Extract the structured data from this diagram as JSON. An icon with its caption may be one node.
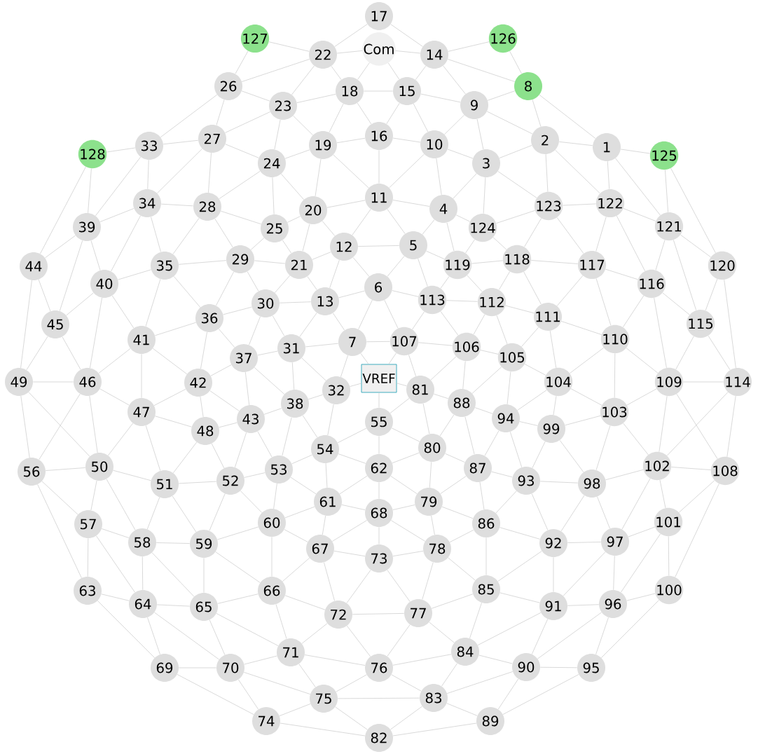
{
  "diagram": {
    "nodes": [
      {
        "text": [
          "Com"
        ]
      },
      {
        "text": [
          "1"
        ]
      },
      {
        "text": [
          "2"
        ]
      },
      {
        "text": [
          "3"
        ]
      },
      {
        "text": [
          "4"
        ]
      },
      {
        "text": [
          "5"
        ]
      },
      {
        "text": [
          "6"
        ]
      },
      {
        "text": [
          "7"
        ]
      },
      {
        "text": [
          "8"
        ]
      },
      {
        "text": [
          "9"
        ]
      },
      {
        "text": [
          "10"
        ]
      },
      {
        "text": [
          "11"
        ]
      },
      {
        "text": [
          "12"
        ]
      },
      {
        "text": [
          "13"
        ]
      },
      {
        "text": [
          "14"
        ]
      },
      {
        "text": [
          "15"
        ]
      },
      {
        "text": [
          "16"
        ]
      },
      {
        "text": [
          "17"
        ]
      },
      {
        "text": [
          "18"
        ]
      },
      {
        "text": [
          "19"
        ]
      },
      {
        "text": [
          "20"
        ]
      },
      {
        "text": [
          "21"
        ]
      },
      {
        "text": [
          "22"
        ]
      },
      {
        "text": [
          "23"
        ]
      },
      {
        "text": [
          "24"
        ]
      },
      {
        "text": [
          "25"
        ]
      },
      {
        "text": [
          "26"
        ]
      },
      {
        "text": [
          "27"
        ]
      },
      {
        "text": [
          "28"
        ]
      },
      {
        "text": [
          "29"
        ]
      },
      {
        "text": [
          "30"
        ]
      },
      {
        "text": [
          "31"
        ]
      },
      {
        "text": [
          "32"
        ]
      },
      {
        "text": [
          "33"
        ]
      },
      {
        "text": [
          "34"
        ]
      },
      {
        "text": [
          "35"
        ]
      },
      {
        "text": [
          "36"
        ]
      },
      {
        "text": [
          "37"
        ]
      },
      {
        "text": [
          "38"
        ]
      },
      {
        "text": [
          "39"
        ]
      },
      {
        "text": [
          "40"
        ]
      },
      {
        "text": [
          "41"
        ]
      },
      {
        "text": [
          "42"
        ]
      },
      {
        "text": [
          "43"
        ]
      },
      {
        "text": [
          "44"
        ]
      },
      {
        "text": [
          "45"
        ]
      },
      {
        "text": [
          "46"
        ]
      },
      {
        "text": [
          "47"
        ]
      },
      {
        "text": [
          "48"
        ]
      },
      {
        "text": [
          "49"
        ]
      },
      {
        "text": [
          "50"
        ]
      },
      {
        "text": [
          "51"
        ]
      },
      {
        "text": [
          "52"
        ]
      },
      {
        "text": [
          "53"
        ]
      },
      {
        "text": [
          "54"
        ]
      },
      {
        "text": [
          "55"
        ]
      },
      {
        "text": [
          "56"
        ]
      },
      {
        "text": [
          "57"
        ]
      },
      {
        "text": [
          "58"
        ]
      },
      {
        "text": [
          "59"
        ]
      },
      {
        "text": [
          "60"
        ]
      },
      {
        "text": [
          "61"
        ]
      },
      {
        "text": [
          "62"
        ]
      },
      {
        "text": [
          "63"
        ]
      },
      {
        "text": [
          "64"
        ]
      },
      {
        "text": [
          "65"
        ]
      },
      {
        "text": [
          "66"
        ]
      },
      {
        "text": [
          "67"
        ]
      },
      {
        "text": [
          "68"
        ]
      },
      {
        "text": [
          "69"
        ]
      },
      {
        "text": [
          "70"
        ]
      },
      {
        "text": [
          "71"
        ]
      },
      {
        "text": [
          "72"
        ]
      },
      {
        "text": [
          "73"
        ]
      },
      {
        "text": [
          "74"
        ]
      },
      {
        "text": [
          "75"
        ]
      },
      {
        "text": [
          "76"
        ]
      },
      {
        "text": [
          "77"
        ]
      },
      {
        "text": [
          "78"
        ]
      },
      {
        "text": [
          "79"
        ]
      },
      {
        "text": [
          "80"
        ]
      },
      {
        "text": [
          "81"
        ]
      },
      {
        "text": [
          "82"
        ]
      },
      {
        "text": [
          "83"
        ]
      },
      {
        "text": [
          "84"
        ]
      },
      {
        "text": [
          "85"
        ]
      },
      {
        "text": [
          "86"
        ]
      },
      {
        "text": [
          "87"
        ]
      },
      {
        "text": [
          "88"
        ]
      },
      {
        "text": [
          "89"
        ]
      },
      {
        "text": [
          "90"
        ]
      },
      {
        "text": [
          "91"
        ]
      },
      {
        "text": [
          "92"
        ]
      },
      {
        "text": [
          "93"
        ]
      },
      {
        "text": [
          "94"
        ]
      },
      {
        "text": [
          "95"
        ]
      },
      {
        "text": [
          "96"
        ]
      },
      {
        "text": [
          "97"
        ]
      },
      {
        "text": [
          "98"
        ]
      },
      {
        "text": [
          "99"
        ]
      },
      {
        "text": [
          "100"
        ]
      },
      {
        "text": [
          "101"
        ]
      },
      {
        "text": [
          "102"
        ]
      },
      {
        "text": [
          "103"
        ]
      },
      {
        "text": [
          "104"
        ]
      },
      {
        "text": [
          "105"
        ]
      },
      {
        "text": [
          "106"
        ]
      },
      {
        "text": [
          "107"
        ]
      },
      {
        "text": [
          "108"
        ]
      },
      {
        "text": [
          "109"
        ]
      },
      {
        "text": [
          "110"
        ]
      },
      {
        "text": [
          "111"
        ]
      },
      {
        "text": [
          "112"
        ]
      },
      {
        "text": [
          "113"
        ]
      },
      {
        "text": [
          "114"
        ]
      },
      {
        "text": [
          "115"
        ]
      },
      {
        "text": [
          "116"
        ]
      },
      {
        "text": [
          "117"
        ]
      },
      {
        "text": [
          "118"
        ]
      },
      {
        "text": [
          "119"
        ]
      },
      {
        "text": [
          "120"
        ]
      },
      {
        "text": [
          "121"
        ]
      },
      {
        "text": [
          "122"
        ]
      },
      {
        "text": [
          "123"
        ]
      },
      {
        "text": [
          "124"
        ]
      },
      {
        "text": [
          "125"
        ]
      },
      {
        "text": [
          "126"
        ]
      },
      {
        "text": [
          "127"
        ]
      },
      {
        "text": [
          "128"
        ]
      },
      {
        "text": [
          "VREF"
        ]
      }
    ],
    "edges": [
      {
        "from": 127,
        "to": 22,
        "arrow": "none"
      },
      {
        "from": 127,
        "to": 26,
        "arrow": "none"
      },
      {
        "from": 17,
        "to": 22,
        "arrow": "none"
      },
      {
        "from": 17,
        "to": 14,
        "arrow": "none"
      },
      {
        "from": 0,
        "to": 22,
        "arrow": "none"
      },
      {
        "from": 0,
        "to": 14,
        "arrow": "none"
      },
      {
        "from": 0,
        "to": 18,
        "arrow": "none"
      },
      {
        "from": 0,
        "to": 15,
        "arrow": "none"
      },
      {
        "from": 22,
        "to": 26,
        "arrow": "none"
      },
      {
        "from": 22,
        "to": 23,
        "arrow": "none"
      },
      {
        "from": 22,
        "to": 18,
        "arrow": "none"
      },
      {
        "from": 26,
        "to": 23,
        "arrow": "none"
      },
      {
        "from": 26,
        "to": 33,
        "arrow": "none"
      },
      {
        "from": 26,
        "to": 27,
        "arrow": "none"
      },
      {
        "from": 23,
        "to": 18,
        "arrow": "none"
      },
      {
        "from": 23,
        "to": 27,
        "arrow": "none"
      },
      {
        "from": 23,
        "to": 24,
        "arrow": "none"
      },
      {
        "from": 23,
        "to": 19,
        "arrow": "none"
      },
      {
        "from": 18,
        "to": 15,
        "arrow": "none"
      },
      {
        "from": 18,
        "to": 19,
        "arrow": "none"
      },
      {
        "from": 18,
        "to": 16,
        "arrow": "none"
      },
      {
        "from": 16,
        "to": 19,
        "arrow": "none"
      },
      {
        "from": 16,
        "to": 11,
        "arrow": "none"
      },
      {
        "from": 16,
        "to": 15,
        "arrow": "none"
      },
      {
        "from": 16,
        "to": 10,
        "arrow": "none"
      },
      {
        "from": 19,
        "to": 24,
        "arrow": "none"
      },
      {
        "from": 19,
        "to": 20,
        "arrow": "none"
      },
      {
        "from": 19,
        "to": 11,
        "arrow": "none"
      },
      {
        "from": 27,
        "to": 33,
        "arrow": "none"
      },
      {
        "from": 27,
        "to": 24,
        "arrow": "none"
      },
      {
        "from": 27,
        "to": 28,
        "arrow": "none"
      },
      {
        "from": 27,
        "to": 34,
        "arrow": "none"
      },
      {
        "from": 33,
        "to": 128,
        "arrow": "none"
      },
      {
        "from": 33,
        "to": 34,
        "arrow": "none"
      },
      {
        "from": 33,
        "to": 39,
        "arrow": "none"
      },
      {
        "from": 128,
        "to": 39,
        "arrow": "none"
      },
      {
        "from": 128,
        "to": 44,
        "arrow": "none"
      },
      {
        "from": 24,
        "to": 28,
        "arrow": "none"
      },
      {
        "from": 24,
        "to": 25,
        "arrow": "none"
      },
      {
        "from": 24,
        "to": 20,
        "arrow": "none"
      },
      {
        "from": 34,
        "to": 28,
        "arrow": "none"
      },
      {
        "from": 34,
        "to": 39,
        "arrow": "none"
      },
      {
        "from": 34,
        "to": 35,
        "arrow": "none"
      },
      {
        "from": 34,
        "to": 40,
        "arrow": "none"
      },
      {
        "from": 28,
        "to": 25,
        "arrow": "none"
      },
      {
        "from": 28,
        "to": 29,
        "arrow": "none"
      },
      {
        "from": 28,
        "to": 35,
        "arrow": "none"
      },
      {
        "from": 20,
        "to": 11,
        "arrow": "none"
      },
      {
        "from": 20,
        "to": 25,
        "arrow": "none"
      },
      {
        "from": 20,
        "to": 12,
        "arrow": "none"
      },
      {
        "from": 20,
        "to": 21,
        "arrow": "none"
      },
      {
        "from": 25,
        "to": 29,
        "arrow": "none"
      },
      {
        "from": 25,
        "to": 21,
        "arrow": "none"
      },
      {
        "from": 11,
        "to": 12,
        "arrow": "none"
      },
      {
        "from": 11,
        "to": 4,
        "arrow": "none"
      },
      {
        "from": 11,
        "to": 10,
        "arrow": "none"
      },
      {
        "from": 11,
        "to": 5,
        "arrow": "none"
      },
      {
        "from": 12,
        "to": 5,
        "arrow": "none"
      },
      {
        "from": 12,
        "to": 21,
        "arrow": "none"
      },
      {
        "from": 12,
        "to": 13,
        "arrow": "none"
      },
      {
        "from": 12,
        "to": 6,
        "arrow": "none"
      },
      {
        "from": 39,
        "to": 44,
        "arrow": "none"
      },
      {
        "from": 39,
        "to": 45,
        "arrow": "none"
      },
      {
        "from": 39,
        "to": 40,
        "arrow": "none"
      },
      {
        "from": 14,
        "to": 126,
        "arrow": "none"
      },
      {
        "from": 14,
        "to": 8,
        "arrow": "none"
      },
      {
        "from": 14,
        "to": 9,
        "arrow": "none"
      },
      {
        "from": 14,
        "to": 15,
        "arrow": "none"
      },
      {
        "from": 126,
        "to": 8,
        "arrow": "none"
      },
      {
        "from": 8,
        "to": 9,
        "arrow": "none"
      },
      {
        "from": 8,
        "to": 2,
        "arrow": "none"
      },
      {
        "from": 8,
        "to": 1,
        "arrow": "none"
      },
      {
        "from": 15,
        "to": 9,
        "arrow": "none"
      },
      {
        "from": 15,
        "to": 10,
        "arrow": "none"
      },
      {
        "from": 9,
        "to": 10,
        "arrow": "none"
      },
      {
        "from": 9,
        "to": 2,
        "arrow": "none"
      },
      {
        "from": 9,
        "to": 3,
        "arrow": "none"
      },
      {
        "from": 2,
        "to": 1,
        "arrow": "none"
      },
      {
        "from": 2,
        "to": 3,
        "arrow": "none"
      },
      {
        "from": 2,
        "to": 123,
        "arrow": "none"
      },
      {
        "from": 2,
        "to": 122,
        "arrow": "none"
      },
      {
        "from": 1,
        "to": 125,
        "arrow": "none"
      },
      {
        "from": 1,
        "to": 122,
        "arrow": "none"
      },
      {
        "from": 1,
        "to": 121,
        "arrow": "none"
      },
      {
        "from": 125,
        "to": 121,
        "arrow": "none"
      },
      {
        "from": 125,
        "to": 120,
        "arrow": "none"
      },
      {
        "from": 10,
        "to": 3,
        "arrow": "none"
      },
      {
        "from": 10,
        "to": 4,
        "arrow": "none"
      },
      {
        "from": 3,
        "to": 4,
        "arrow": "none"
      },
      {
        "from": 3,
        "to": 124,
        "arrow": "none"
      },
      {
        "from": 3,
        "to": 123,
        "arrow": "none"
      },
      {
        "from": 4,
        "to": 5,
        "arrow": "none"
      },
      {
        "from": 4,
        "to": 124,
        "arrow": "none"
      },
      {
        "from": 4,
        "to": 119,
        "arrow": "none"
      },
      {
        "from": 123,
        "to": 122,
        "arrow": "none"
      },
      {
        "from": 123,
        "to": 124,
        "arrow": "none"
      },
      {
        "from": 123,
        "to": 118,
        "arrow": "none"
      },
      {
        "from": 123,
        "to": 117,
        "arrow": "none"
      },
      {
        "from": 122,
        "to": 121,
        "arrow": "none"
      },
      {
        "from": 122,
        "to": 117,
        "arrow": "none"
      },
      {
        "from": 122,
        "to": 116,
        "arrow": "none"
      },
      {
        "from": 121,
        "to": 116,
        "arrow": "none"
      },
      {
        "from": 121,
        "to": 115,
        "arrow": "none"
      },
      {
        "from": 121,
        "to": 120,
        "arrow": "none"
      },
      {
        "from": 124,
        "to": 118,
        "arrow": "none"
      },
      {
        "from": 124,
        "to": 119,
        "arrow": "none"
      },
      {
        "from": 5,
        "to": 113,
        "arrow": "none"
      },
      {
        "from": 5,
        "to": 119,
        "arrow": "none"
      },
      {
        "from": 5,
        "to": 6,
        "arrow": "none"
      },
      {
        "from": 44,
        "to": 45,
        "arrow": "none"
      },
      {
        "from": 44,
        "to": 49,
        "arrow": "none"
      },
      {
        "from": 40,
        "to": 35,
        "arrow": "none"
      },
      {
        "from": 40,
        "to": 45,
        "arrow": "none"
      },
      {
        "from": 40,
        "to": 46,
        "arrow": "none"
      },
      {
        "from": 40,
        "to": 41,
        "arrow": "none"
      },
      {
        "from": 35,
        "to": 29,
        "arrow": "none"
      },
      {
        "from": 35,
        "to": 41,
        "arrow": "none"
      },
      {
        "from": 35,
        "to": 36,
        "arrow": "none"
      },
      {
        "from": 29,
        "to": 21,
        "arrow": "none"
      },
      {
        "from": 29,
        "to": 30,
        "arrow": "none"
      },
      {
        "from": 29,
        "to": 36,
        "arrow": "none"
      },
      {
        "from": 21,
        "to": 30,
        "arrow": "none"
      },
      {
        "from": 21,
        "to": 13,
        "arrow": "none"
      },
      {
        "from": 6,
        "to": 13,
        "arrow": "none"
      },
      {
        "from": 6,
        "to": 7,
        "arrow": "none"
      },
      {
        "from": 30,
        "to": 13,
        "arrow": "none"
      },
      {
        "from": 30,
        "to": 36,
        "arrow": "none"
      },
      {
        "from": 30,
        "to": 37,
        "arrow": "none"
      },
      {
        "from": 30,
        "to": 31,
        "arrow": "none"
      },
      {
        "from": 13,
        "to": 31,
        "arrow": "none"
      },
      {
        "from": 13,
        "to": 7,
        "arrow": "none"
      },
      {
        "from": 36,
        "to": 41,
        "arrow": "none"
      },
      {
        "from": 36,
        "to": 42,
        "arrow": "none"
      },
      {
        "from": 36,
        "to": 37,
        "arrow": "none"
      },
      {
        "from": 45,
        "to": 49,
        "arrow": "none"
      },
      {
        "from": 45,
        "to": 46,
        "arrow": "none"
      },
      {
        "from": 41,
        "to": 46,
        "arrow": "none"
      },
      {
        "from": 41,
        "to": 47,
        "arrow": "none"
      },
      {
        "from": 41,
        "to": 42,
        "arrow": "none"
      },
      {
        "from": 37,
        "to": 31,
        "arrow": "none"
      },
      {
        "from": 37,
        "to": 42,
        "arrow": "none"
      },
      {
        "from": 37,
        "to": 43,
        "arrow": "none"
      },
      {
        "from": 37,
        "to": 38,
        "arrow": "none"
      },
      {
        "from": 31,
        "to": 7,
        "arrow": "none"
      },
      {
        "from": 31,
        "to": 38,
        "arrow": "none"
      },
      {
        "from": 31,
        "to": 32,
        "arrow": "none"
      },
      {
        "from": 7,
        "to": 32,
        "arrow": "none"
      },
      {
        "from": 7,
        "to": 107,
        "arrow": "none"
      },
      {
        "from": 7,
        "to": 129,
        "arrow": "none"
      },
      {
        "from": 32,
        "to": 129,
        "arrow": "none"
      },
      {
        "from": 107,
        "to": 129,
        "arrow": "none"
      },
      {
        "from": 81,
        "to": 129,
        "arrow": "none"
      },
      {
        "from": 55,
        "to": 129,
        "arrow": "none"
      },
      {
        "from": 42,
        "to": 47,
        "arrow": "none"
      },
      {
        "from": 42,
        "to": 48,
        "arrow": "none"
      },
      {
        "from": 42,
        "to": 43,
        "arrow": "none"
      },
      {
        "from": 46,
        "to": 49,
        "arrow": "none"
      },
      {
        "from": 46,
        "to": 47,
        "arrow": "none"
      },
      {
        "from": 46,
        "to": 50,
        "arrow": "none"
      },
      {
        "from": 46,
        "to": 56,
        "arrow": "none"
      },
      {
        "from": 49,
        "to": 56,
        "arrow": "none"
      },
      {
        "from": 49,
        "to": 50,
        "arrow": "none"
      },
      {
        "from": 47,
        "to": 48,
        "arrow": "none"
      },
      {
        "from": 47,
        "to": 50,
        "arrow": "none"
      },
      {
        "from": 47,
        "to": 51,
        "arrow": "none"
      },
      {
        "from": 48,
        "to": 43,
        "arrow": "none"
      },
      {
        "from": 48,
        "to": 51,
        "arrow": "none"
      },
      {
        "from": 48,
        "to": 52,
        "arrow": "none"
      },
      {
        "from": 43,
        "to": 38,
        "arrow": "none"
      },
      {
        "from": 43,
        "to": 53,
        "arrow": "none"
      },
      {
        "from": 43,
        "to": 52,
        "arrow": "none"
      },
      {
        "from": 38,
        "to": 32,
        "arrow": "none"
      },
      {
        "from": 38,
        "to": 54,
        "arrow": "none"
      },
      {
        "from": 38,
        "to": 53,
        "arrow": "none"
      },
      {
        "from": 32,
        "to": 54,
        "arrow": "none"
      },
      {
        "from": 55,
        "to": 54,
        "arrow": "none"
      },
      {
        "from": 55,
        "to": 62,
        "arrow": "none"
      },
      {
        "from": 55,
        "to": 80,
        "arrow": "none"
      },
      {
        "from": 55,
        "to": 81,
        "arrow": "none"
      },
      {
        "from": 54,
        "to": 53,
        "arrow": "none"
      },
      {
        "from": 54,
        "to": 62,
        "arrow": "none"
      },
      {
        "from": 54,
        "to": 61,
        "arrow": "none"
      },
      {
        "from": 56,
        "to": 50,
        "arrow": "none"
      },
      {
        "from": 56,
        "to": 57,
        "arrow": "none"
      },
      {
        "from": 56,
        "to": 63,
        "arrow": "none"
      },
      {
        "from": 50,
        "to": 57,
        "arrow": "none"
      },
      {
        "from": 50,
        "to": 58,
        "arrow": "none"
      },
      {
        "from": 50,
        "to": 51,
        "arrow": "none"
      },
      {
        "from": 51,
        "to": 52,
        "arrow": "none"
      },
      {
        "from": 51,
        "to": 58,
        "arrow": "none"
      },
      {
        "from": 51,
        "to": 59,
        "arrow": "none"
      },
      {
        "from": 52,
        "to": 53,
        "arrow": "none"
      },
      {
        "from": 52,
        "to": 59,
        "arrow": "none"
      },
      {
        "from": 52,
        "to": 60,
        "arrow": "none"
      },
      {
        "from": 53,
        "to": 60,
        "arrow": "none"
      },
      {
        "from": 53,
        "to": 61,
        "arrow": "none"
      },
      {
        "from": 62,
        "to": 61,
        "arrow": "none"
      },
      {
        "from": 62,
        "to": 68,
        "arrow": "none"
      },
      {
        "from": 62,
        "to": 79,
        "arrow": "none"
      },
      {
        "from": 62,
        "to": 80,
        "arrow": "none"
      },
      {
        "from": 6,
        "to": 113,
        "arrow": "none"
      },
      {
        "from": 6,
        "to": 107,
        "arrow": "none"
      },
      {
        "from": 113,
        "to": 112,
        "arrow": "none"
      },
      {
        "from": 113,
        "to": 106,
        "arrow": "none"
      },
      {
        "from": 113,
        "to": 119,
        "arrow": "none"
      },
      {
        "from": 113,
        "to": 107,
        "arrow": "none"
      },
      {
        "from": 119,
        "to": 118,
        "arrow": "none"
      },
      {
        "from": 119,
        "to": 112,
        "arrow": "none"
      },
      {
        "from": 118,
        "to": 117,
        "arrow": "none"
      },
      {
        "from": 118,
        "to": 112,
        "arrow": "none"
      },
      {
        "from": 118,
        "to": 111,
        "arrow": "none"
      },
      {
        "from": 117,
        "to": 116,
        "arrow": "none"
      },
      {
        "from": 117,
        "to": 111,
        "arrow": "none"
      },
      {
        "from": 117,
        "to": 110,
        "arrow": "none"
      },
      {
        "from": 116,
        "to": 110,
        "arrow": "none"
      },
      {
        "from": 116,
        "to": 115,
        "arrow": "none"
      },
      {
        "from": 116,
        "to": 109,
        "arrow": "none"
      },
      {
        "from": 120,
        "to": 115,
        "arrow": "none"
      },
      {
        "from": 120,
        "to": 114,
        "arrow": "none"
      },
      {
        "from": 115,
        "to": 109,
        "arrow": "none"
      },
      {
        "from": 115,
        "to": 114,
        "arrow": "none"
      },
      {
        "from": 112,
        "to": 111,
        "arrow": "none"
      },
      {
        "from": 112,
        "to": 106,
        "arrow": "none"
      },
      {
        "from": 112,
        "to": 105,
        "arrow": "none"
      },
      {
        "from": 111,
        "to": 110,
        "arrow": "none"
      },
      {
        "from": 111,
        "to": 105,
        "arrow": "none"
      },
      {
        "from": 111,
        "to": 104,
        "arrow": "none"
      },
      {
        "from": 110,
        "to": 109,
        "arrow": "none"
      },
      {
        "from": 110,
        "to": 103,
        "arrow": "none"
      },
      {
        "from": 110,
        "to": 104,
        "arrow": "none"
      },
      {
        "from": 107,
        "to": 106,
        "arrow": "none"
      },
      {
        "from": 107,
        "to": 81,
        "arrow": "none"
      },
      {
        "from": 106,
        "to": 105,
        "arrow": "none"
      },
      {
        "from": 106,
        "to": 88,
        "arrow": "none"
      },
      {
        "from": 106,
        "to": 81,
        "arrow": "none"
      },
      {
        "from": 105,
        "to": 104,
        "arrow": "none"
      },
      {
        "from": 105,
        "to": 94,
        "arrow": "none"
      },
      {
        "from": 105,
        "to": 88,
        "arrow": "none"
      },
      {
        "from": 104,
        "to": 103,
        "arrow": "none"
      },
      {
        "from": 104,
        "to": 99,
        "arrow": "none"
      },
      {
        "from": 104,
        "to": 94,
        "arrow": "none"
      },
      {
        "from": 109,
        "to": 114,
        "arrow": "none"
      },
      {
        "from": 109,
        "to": 103,
        "arrow": "none"
      },
      {
        "from": 109,
        "to": 102,
        "arrow": "none"
      },
      {
        "from": 109,
        "to": 108,
        "arrow": "none"
      },
      {
        "from": 114,
        "to": 102,
        "arrow": "none"
      },
      {
        "from": 114,
        "to": 108,
        "arrow": "none"
      },
      {
        "from": 81,
        "to": 88,
        "arrow": "none"
      },
      {
        "from": 81,
        "to": 80,
        "arrow": "none"
      },
      {
        "from": 88,
        "to": 94,
        "arrow": "none"
      },
      {
        "from": 88,
        "to": 87,
        "arrow": "none"
      },
      {
        "from": 88,
        "to": 80,
        "arrow": "none"
      },
      {
        "from": 94,
        "to": 99,
        "arrow": "none"
      },
      {
        "from": 94,
        "to": 87,
        "arrow": "none"
      },
      {
        "from": 94,
        "to": 93,
        "arrow": "none"
      },
      {
        "from": 99,
        "to": 103,
        "arrow": "none"
      },
      {
        "from": 99,
        "to": 93,
        "arrow": "none"
      },
      {
        "from": 99,
        "to": 98,
        "arrow": "none"
      },
      {
        "from": 103,
        "to": 102,
        "arrow": "none"
      },
      {
        "from": 103,
        "to": 98,
        "arrow": "none"
      },
      {
        "from": 102,
        "to": 108,
        "arrow": "none"
      },
      {
        "from": 102,
        "to": 98,
        "arrow": "none"
      },
      {
        "from": 102,
        "to": 101,
        "arrow": "none"
      },
      {
        "from": 102,
        "to": 97,
        "arrow": "none"
      },
      {
        "from": 80,
        "to": 87,
        "arrow": "none"
      },
      {
        "from": 80,
        "to": 79,
        "arrow": "none"
      },
      {
        "from": 87,
        "to": 79,
        "arrow": "none"
      },
      {
        "from": 87,
        "to": 86,
        "arrow": "none"
      },
      {
        "from": 87,
        "to": 93,
        "arrow": "none"
      },
      {
        "from": 93,
        "to": 98,
        "arrow": "none"
      },
      {
        "from": 93,
        "to": 86,
        "arrow": "none"
      },
      {
        "from": 93,
        "to": 92,
        "arrow": "none"
      },
      {
        "from": 57,
        "to": 58,
        "arrow": "none"
      },
      {
        "from": 57,
        "to": 63,
        "arrow": "none"
      },
      {
        "from": 57,
        "to": 64,
        "arrow": "none"
      },
      {
        "from": 58,
        "to": 59,
        "arrow": "none"
      },
      {
        "from": 58,
        "to": 64,
        "arrow": "none"
      },
      {
        "from": 58,
        "to": 65,
        "arrow": "none"
      },
      {
        "from": 59,
        "to": 60,
        "arrow": "none"
      },
      {
        "from": 59,
        "to": 65,
        "arrow": "none"
      },
      {
        "from": 59,
        "to": 66,
        "arrow": "none"
      },
      {
        "from": 61,
        "to": 60,
        "arrow": "none"
      },
      {
        "from": 61,
        "to": 68,
        "arrow": "none"
      },
      {
        "from": 61,
        "to": 67,
        "arrow": "none"
      },
      {
        "from": 60,
        "to": 67,
        "arrow": "none"
      },
      {
        "from": 60,
        "to": 66,
        "arrow": "none"
      },
      {
        "from": 68,
        "to": 67,
        "arrow": "none"
      },
      {
        "from": 68,
        "to": 73,
        "arrow": "none"
      },
      {
        "from": 68,
        "to": 79,
        "arrow": "none"
      },
      {
        "from": 67,
        "to": 73,
        "arrow": "none"
      },
      {
        "from": 67,
        "to": 66,
        "arrow": "none"
      },
      {
        "from": 67,
        "to": 72,
        "arrow": "none"
      },
      {
        "from": 63,
        "to": 64,
        "arrow": "none"
      },
      {
        "from": 63,
        "to": 69,
        "arrow": "none"
      },
      {
        "from": 64,
        "to": 65,
        "arrow": "none"
      },
      {
        "from": 64,
        "to": 69,
        "arrow": "none"
      },
      {
        "from": 64,
        "to": 70,
        "arrow": "none"
      },
      {
        "from": 65,
        "to": 66,
        "arrow": "none"
      },
      {
        "from": 65,
        "to": 70,
        "arrow": "none"
      },
      {
        "from": 65,
        "to": 71,
        "arrow": "none"
      },
      {
        "from": 66,
        "to": 72,
        "arrow": "none"
      },
      {
        "from": 66,
        "to": 71,
        "arrow": "none"
      },
      {
        "from": 73,
        "to": 72,
        "arrow": "none"
      },
      {
        "from": 73,
        "to": 78,
        "arrow": "none"
      },
      {
        "from": 73,
        "to": 77,
        "arrow": "none"
      },
      {
        "from": 72,
        "to": 71,
        "arrow": "none"
      },
      {
        "from": 72,
        "to": 77,
        "arrow": "none"
      },
      {
        "from": 72,
        "to": 76,
        "arrow": "none"
      },
      {
        "from": 69,
        "to": 70,
        "arrow": "none"
      },
      {
        "from": 69,
        "to": 74,
        "arrow": "none"
      },
      {
        "from": 70,
        "to": 71,
        "arrow": "none"
      },
      {
        "from": 70,
        "to": 75,
        "arrow": "none"
      },
      {
        "from": 70,
        "to": 74,
        "arrow": "none"
      },
      {
        "from": 71,
        "to": 76,
        "arrow": "none"
      },
      {
        "from": 71,
        "to": 75,
        "arrow": "none"
      },
      {
        "from": 74,
        "to": 75,
        "arrow": "none"
      },
      {
        "from": 74,
        "to": 82,
        "arrow": "none"
      },
      {
        "from": 75,
        "to": 76,
        "arrow": "none"
      },
      {
        "from": 75,
        "to": 83,
        "arrow": "none"
      },
      {
        "from": 75,
        "to": 82,
        "arrow": "none"
      },
      {
        "from": 76,
        "to": 83,
        "arrow": "none"
      },
      {
        "from": 76,
        "to": 84,
        "arrow": "none"
      },
      {
        "from": 76,
        "to": 77,
        "arrow": "none"
      },
      {
        "from": 79,
        "to": 86,
        "arrow": "none"
      },
      {
        "from": 79,
        "to": 78,
        "arrow": "none"
      },
      {
        "from": 86,
        "to": 78,
        "arrow": "none"
      },
      {
        "from": 86,
        "to": 85,
        "arrow": "none"
      },
      {
        "from": 86,
        "to": 92,
        "arrow": "none"
      },
      {
        "from": 78,
        "to": 85,
        "arrow": "none"
      },
      {
        "from": 78,
        "to": 77,
        "arrow": "none"
      },
      {
        "from": 68,
        "to": 78,
        "arrow": "none"
      },
      {
        "from": 92,
        "to": 85,
        "arrow": "none"
      },
      {
        "from": 92,
        "to": 91,
        "arrow": "none"
      },
      {
        "from": 92,
        "to": 97,
        "arrow": "none"
      },
      {
        "from": 92,
        "to": 98,
        "arrow": "none"
      },
      {
        "from": 97,
        "to": 98,
        "arrow": "none"
      },
      {
        "from": 97,
        "to": 101,
        "arrow": "none"
      },
      {
        "from": 97,
        "to": 96,
        "arrow": "none"
      },
      {
        "from": 97,
        "to": 91,
        "arrow": "none"
      },
      {
        "from": 101,
        "to": 100,
        "arrow": "none"
      },
      {
        "from": 101,
        "to": 96,
        "arrow": "none"
      },
      {
        "from": 101,
        "to": 108,
        "arrow": "none"
      },
      {
        "from": 100,
        "to": 108,
        "arrow": "none"
      },
      {
        "from": 100,
        "to": 96,
        "arrow": "none"
      },
      {
        "from": 100,
        "to": 95,
        "arrow": "none"
      },
      {
        "from": 85,
        "to": 77,
        "arrow": "none"
      },
      {
        "from": 85,
        "to": 84,
        "arrow": "none"
      },
      {
        "from": 85,
        "to": 91,
        "arrow": "none"
      },
      {
        "from": 91,
        "to": 96,
        "arrow": "none"
      },
      {
        "from": 91,
        "to": 84,
        "arrow": "none"
      },
      {
        "from": 91,
        "to": 90,
        "arrow": "none"
      },
      {
        "from": 96,
        "to": 90,
        "arrow": "none"
      },
      {
        "from": 96,
        "to": 95,
        "arrow": "none"
      },
      {
        "from": 77,
        "to": 84,
        "arrow": "none"
      },
      {
        "from": 84,
        "to": 83,
        "arrow": "none"
      },
      {
        "from": 84,
        "to": 90,
        "arrow": "none"
      },
      {
        "from": 90,
        "to": 95,
        "arrow": "none"
      },
      {
        "from": 90,
        "to": 83,
        "arrow": "none"
      },
      {
        "from": 90,
        "to": 89,
        "arrow": "none"
      },
      {
        "from": 83,
        "to": 82,
        "arrow": "none"
      },
      {
        "from": 83,
        "to": 89,
        "arrow": "none"
      },
      {
        "from": 89,
        "to": 82,
        "arrow": "none"
      },
      {
        "from": 89,
        "to": 95,
        "arrow": "none"
      }
    ]
  }
}
